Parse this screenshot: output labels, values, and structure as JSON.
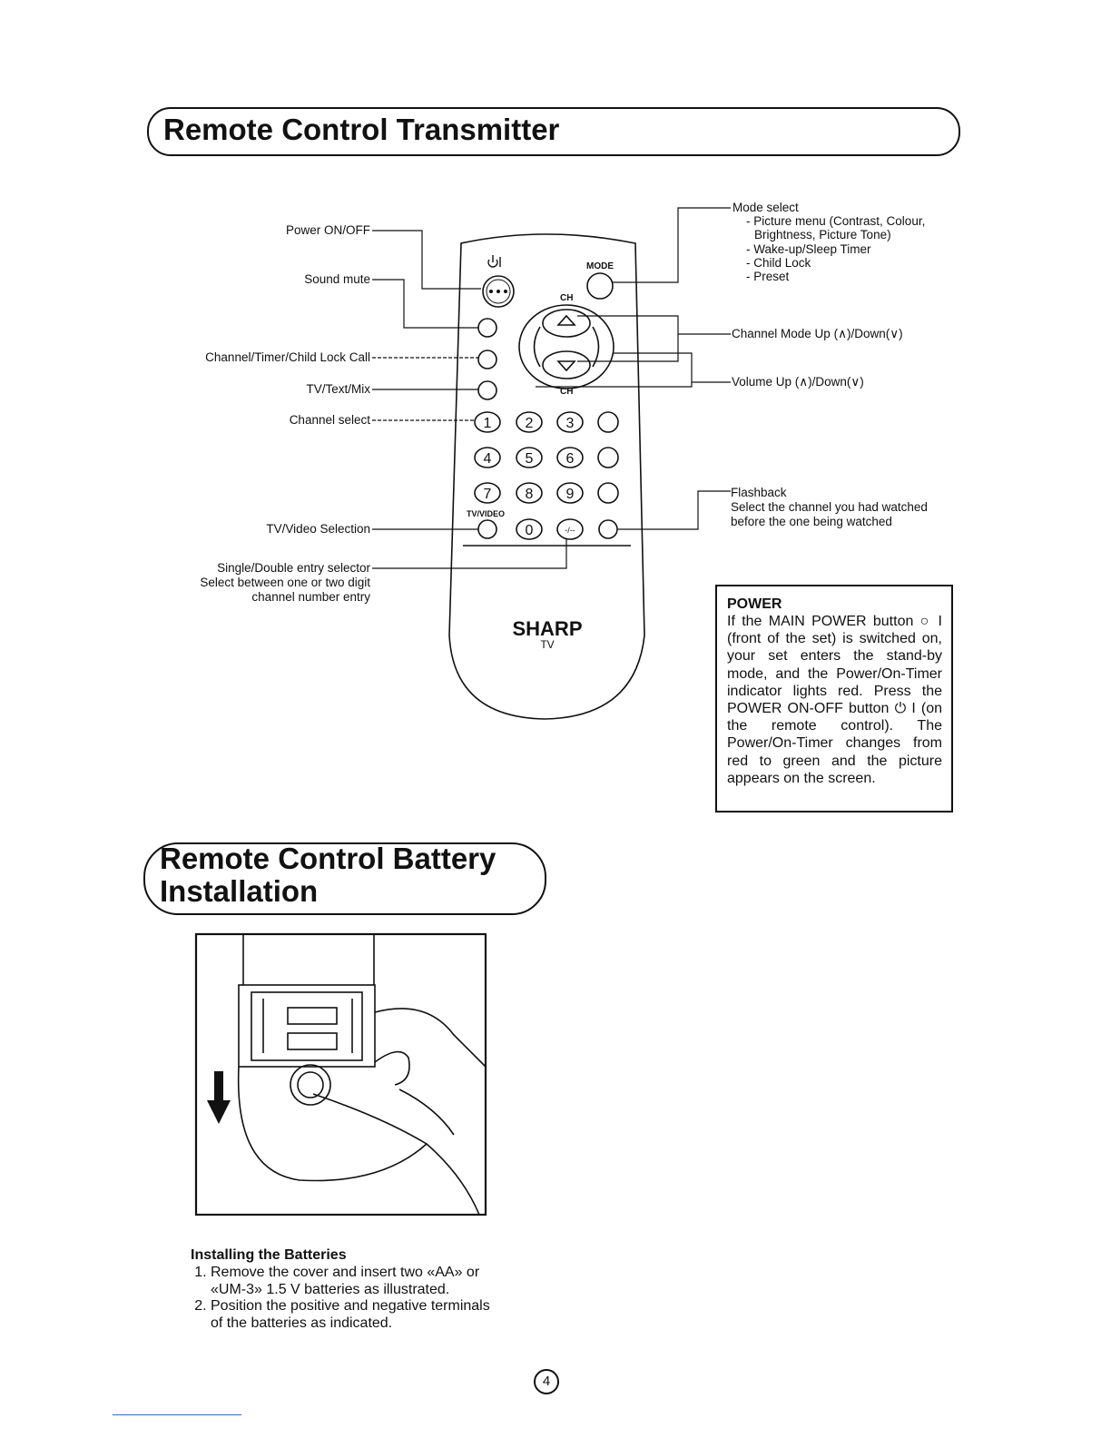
{
  "section1": {
    "title": "Remote Control Transmitter"
  },
  "labels_left": {
    "power": "Power ON/OFF",
    "mute": "Sound mute",
    "call": "Channel/Timer/Child Lock Call",
    "text_mix": "TV/Text/Mix",
    "channel_select": "Channel select",
    "tv_video": "TV/Video Selection",
    "single_double": "Single/Double entry selector",
    "single_double_desc1": "Select between one or two digit",
    "single_double_desc2": "channel number entry"
  },
  "labels_right": {
    "mode_title": "Mode select",
    "mode_items": [
      "- Picture menu (Contrast, Colour,",
      "Brightness, Picture Tone)",
      "- Wake-up/Sleep Timer",
      "- Child Lock",
      "- Preset"
    ],
    "channel_mode": "Channel Mode Up (∧)/Down(∨)",
    "volume": "Volume Up (∧)/Down(∨)",
    "flashback_title": "Flashback",
    "flashback_desc1": "Select the channel you had watched",
    "flashback_desc2": "before the one being watched"
  },
  "remote": {
    "mode_key": "MODE",
    "ch_top": "CH",
    "ch_bottom": "CH",
    "tv_video_key": "TV/VIDEO",
    "digits": [
      "1",
      "2",
      "3",
      "4",
      "5",
      "6",
      "7",
      "8",
      "9",
      "0"
    ],
    "single_double_key": "-/--",
    "brand": "SHARP",
    "brand_sub": "TV"
  },
  "power_box": {
    "title": "POWER",
    "text": "If the MAIN POWER button ○ I (front of the set) is switched on, your set enters the stand-by mode, and the Power/On-Timer indicator lights red. Press the POWER ON-OFF button ⏻ I (on the remote control). The Power/On-Timer changes from red to green and the picture appears on the screen."
  },
  "section2": {
    "title_line1": "Remote Control Battery",
    "title_line2": "Installation"
  },
  "install": {
    "heading": "Installing the Batteries",
    "steps": [
      "Remove the cover and insert two «AA» or «UM-3» 1.5 V batteries as illustrated.",
      "Position the positive and negative terminals of the batteries as indicated."
    ]
  },
  "page_number": "4"
}
